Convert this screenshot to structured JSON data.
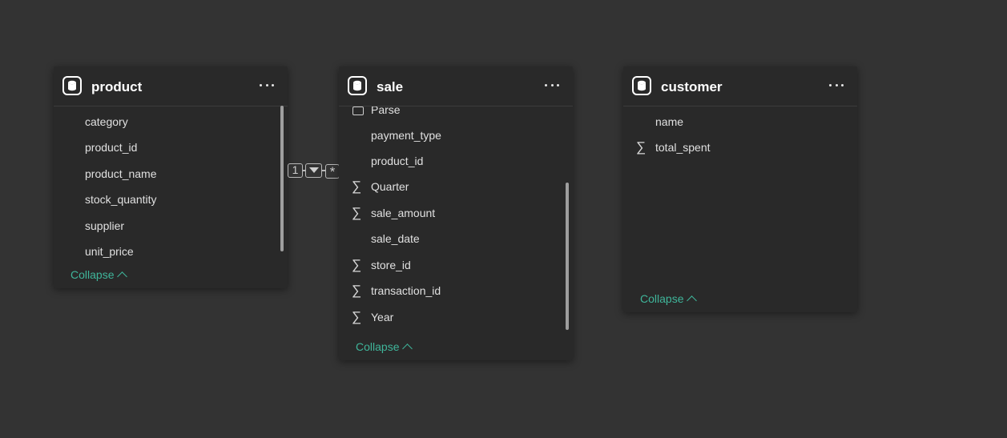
{
  "tables": {
    "product": {
      "title": "product",
      "fields": [
        "category",
        "product_id",
        "product_name",
        "stock_quantity",
        "supplier",
        "unit_price"
      ],
      "collapse_label": "Collapse"
    },
    "sale": {
      "title": "sale",
      "fields": [
        {
          "name": "Parse",
          "icon": "calculated-table-icon"
        },
        {
          "name": "payment_type",
          "icon": ""
        },
        {
          "name": "product_id",
          "icon": ""
        },
        {
          "name": "Quarter",
          "icon": "sigma-icon"
        },
        {
          "name": "sale_amount",
          "icon": "sigma-icon"
        },
        {
          "name": "sale_date",
          "icon": ""
        },
        {
          "name": "store_id",
          "icon": "sigma-icon"
        },
        {
          "name": "transaction_id",
          "icon": "sigma-icon"
        },
        {
          "name": "Year",
          "icon": "sigma-icon"
        }
      ],
      "collapse_label": "Collapse"
    },
    "customer": {
      "title": "customer",
      "fields": [
        {
          "name": "name",
          "icon": ""
        },
        {
          "name": "total_spent",
          "icon": "sigma-icon"
        }
      ],
      "collapse_label": "Collapse"
    }
  },
  "relationship": {
    "from_table": "product",
    "to_table": "sale",
    "from_cardinality": "1",
    "to_cardinality": "*",
    "filter_direction": "single"
  },
  "colors": {
    "canvas": "#333333",
    "card": "#292929",
    "accent": "#3fb59a",
    "text": "#e0e0e0"
  }
}
